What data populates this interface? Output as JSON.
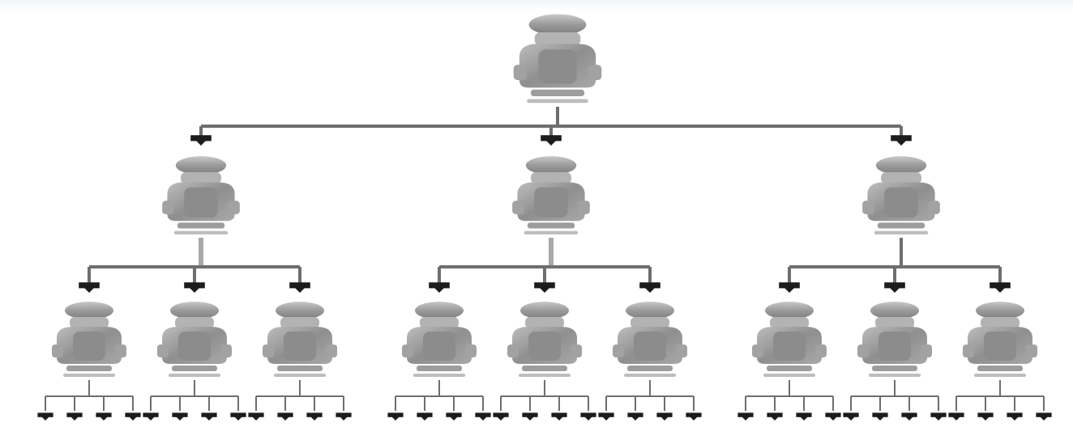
{
  "diagram": {
    "type": "hierarchy",
    "root_icon": "person-icon",
    "levels": 4,
    "children_per_node": 3,
    "leaves_per_level3_node": 4,
    "colors": {
      "person": "#9c9c9c",
      "person_highlight": "#cfcfcf",
      "connector": "#6e6e6e",
      "arrow": "#1c1c1c"
    }
  }
}
